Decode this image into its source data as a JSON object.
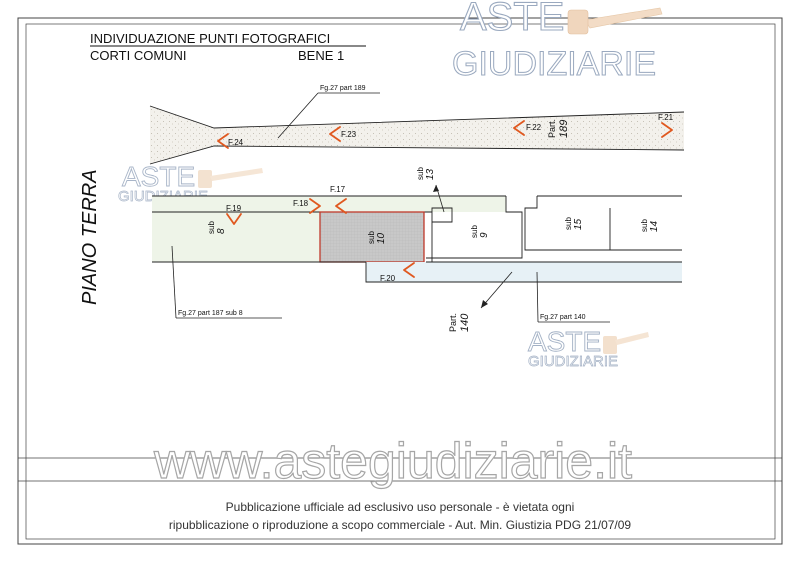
{
  "header": {
    "title": "INDIVIDUAZIONE PUNTI FOTOGRAFICI",
    "subtitle": "CORTI COMUNI",
    "bene": "BENE 1"
  },
  "side_label": "PIANO TERRA",
  "watermark": {
    "brand_line1": "ASTE",
    "brand_line2": "GIUDIZIARIE",
    "url": "www.astegiudiziarie.it"
  },
  "parcel_labels": {
    "fg189": "Fg.27 part 189",
    "fg187": "Fg.27 part 187 sub 8",
    "fg140": "Fg.27 part 140",
    "part189_a": "Part.",
    "part189_b": "189",
    "part140_a": "Part.",
    "part140_b": "140"
  },
  "subs": {
    "s8_a": "sub",
    "s8_b": "8",
    "s10_a": "sub",
    "s10_b": "10",
    "s9_a": "sub",
    "s9_b": "9",
    "s13_a": "sub",
    "s13_b": "13",
    "s15_a": "sub",
    "s15_b": "15",
    "s14_a": "sub",
    "s14_b": "14"
  },
  "photo_points": {
    "f17": "F.17",
    "f18": "F.18",
    "f19": "F.19",
    "f20": "F.20",
    "f21": "F.21",
    "f22": "F.22",
    "f23": "F.23",
    "f24": "F.24"
  },
  "footer": {
    "line1": "Pubblicazione ufficiale ad esclusivo uso personale - è vietata ogni",
    "line2": "ripubblicazione o riproduzione a scopo commerciale - Aut. Min. Giustizia PDG 21/07/09"
  },
  "colors": {
    "marker": "#e0581f",
    "hatch_fill": "#f1efea",
    "green_fill": "#eef4e8",
    "blue_fill": "#e7f1f6",
    "sub10_fill": "#c9c9c9",
    "sub10_stroke": "#c0392b",
    "watermark_gray": "#b7bcc4",
    "watermark_blue": "#9aa9bf"
  }
}
